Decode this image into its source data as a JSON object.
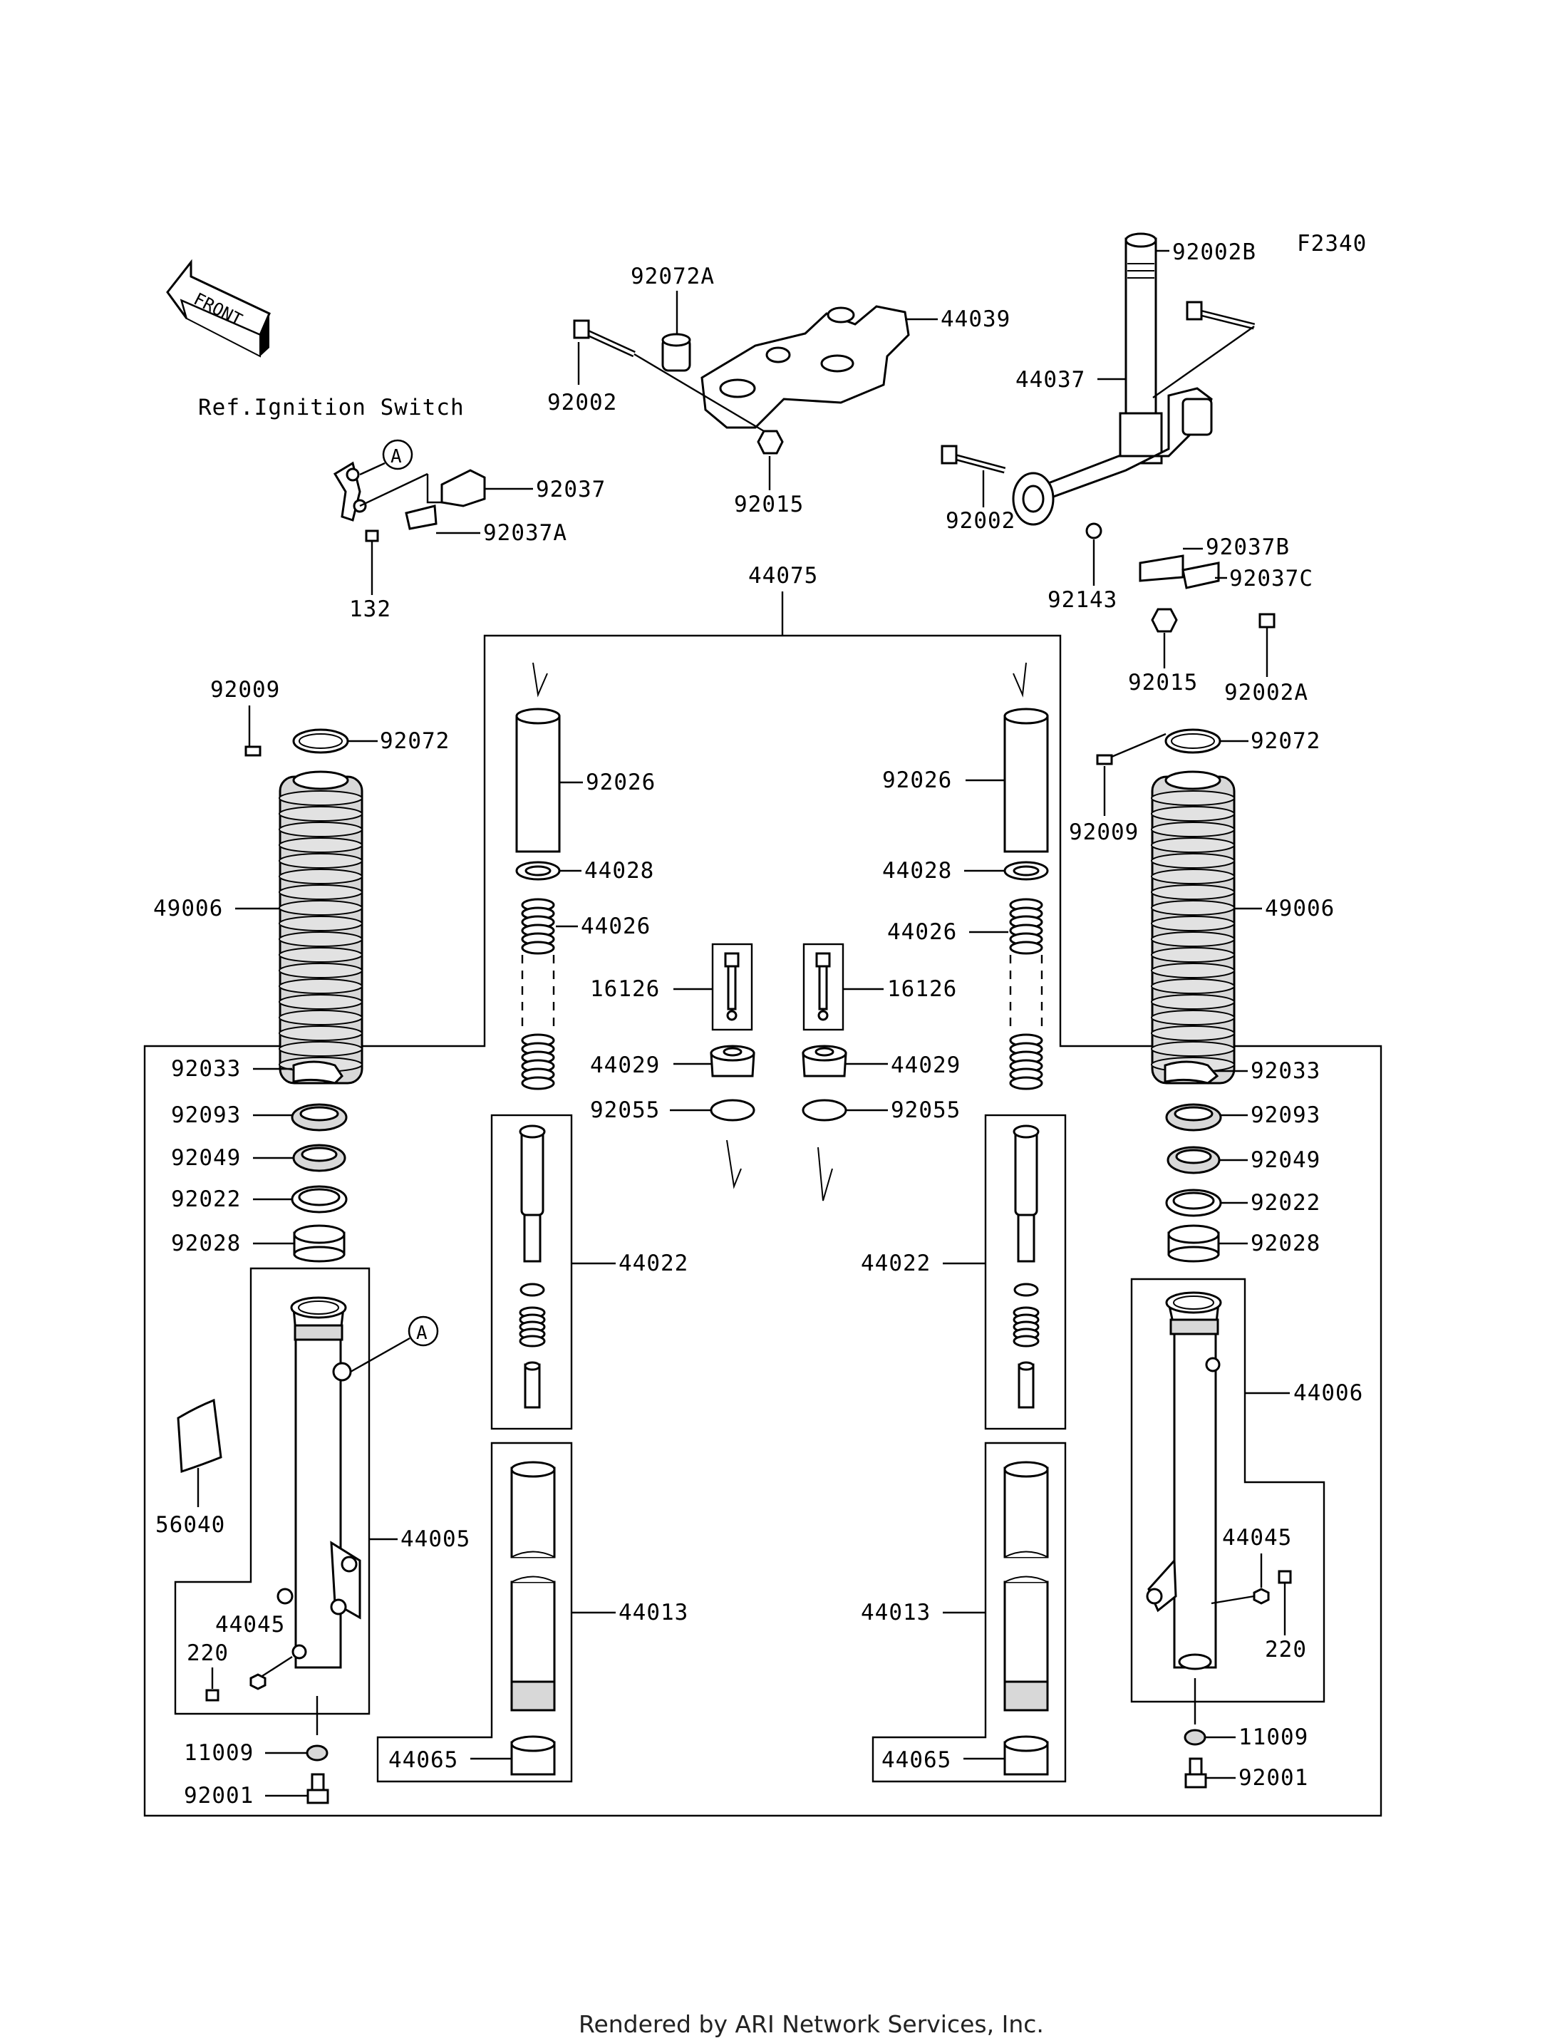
{
  "figure_code": "F2340",
  "front_arrow_label": "FRONT",
  "ref_note": "Ref.Ignition Switch",
  "footer": "Rendered by ARI Network Services, Inc.",
  "callouts": {
    "a_ref_top": "A",
    "a_ref_bottom": "A"
  },
  "parts": {
    "p92072A": "92072A",
    "p44039": "44039",
    "p92002_top": "92002",
    "p92015_top": "92015",
    "p92002B": "92002B",
    "p44037": "44037",
    "p92002_right": "92002",
    "p92037B": "92037B",
    "p92037C": "92037C",
    "p92143": "92143",
    "p92015_right": "92015",
    "p92002A": "92002A",
    "p92037": "92037",
    "p92037A": "92037A",
    "p132": "132",
    "p44075": "44075",
    "p92009_left": "92009",
    "p92072_left": "92072",
    "p49006_left": "49006",
    "p92026_left": "92026",
    "p44028_left": "44028",
    "p44026_left": "44026",
    "p16126_left": "16126",
    "p44029_left": "44029",
    "p92055_left": "92055",
    "p92026_right": "92026",
    "p44028_right": "44028",
    "p44026_right": "44026",
    "p16126_right": "16126",
    "p44029_right": "44029",
    "p92055_right": "92055",
    "p92072_right": "92072",
    "p92009_right": "92009",
    "p49006_right": "49006",
    "p92033_left": "92033",
    "p92093_left": "92093",
    "p92049_left": "92049",
    "p92022_left": "92022",
    "p92028_left": "92028",
    "p92033_right": "92033",
    "p92093_right": "92093",
    "p92049_right": "92049",
    "p92022_right": "92022",
    "p92028_right": "92028",
    "p44022_left": "44022",
    "p44022_right": "44022",
    "p56040": "56040",
    "p44005": "44005",
    "p44045_left": "44045",
    "p220_left": "220",
    "p11009_left": "11009",
    "p92001_left": "92001",
    "p44013_left": "44013",
    "p44065_left": "44065",
    "p44013_right": "44013",
    "p44065_right": "44065",
    "p44006": "44006",
    "p44045_right": "44045",
    "p220_right": "220",
    "p11009_right": "11009",
    "p92001_right": "92001"
  }
}
